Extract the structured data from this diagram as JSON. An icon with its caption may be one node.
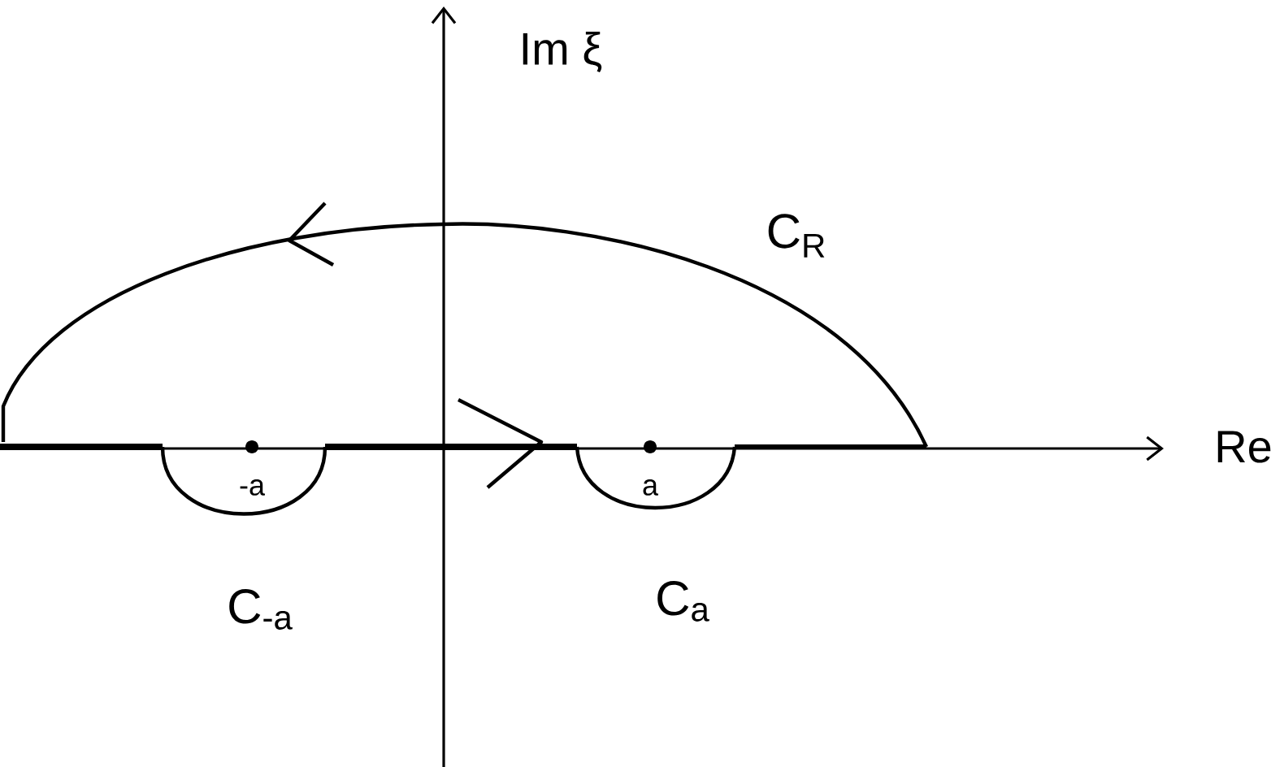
{
  "diagram": {
    "labels": [
      "Im ξ",
      "C$_{R}$",
      "Re",
      "-a",
      "a",
      "C$_{-a}$",
      "C$_{a}$"
    ]
  }
}
